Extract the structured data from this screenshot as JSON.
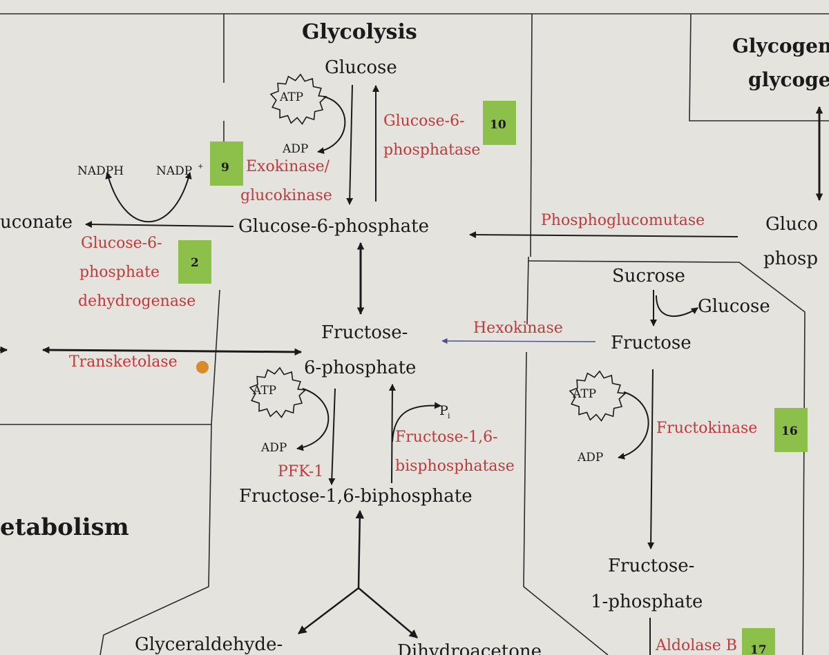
{
  "colors": {
    "background": "#e4e3de",
    "ink": "#1a1a1a",
    "enzyme": "#c0393b",
    "badge": "#8dbf4b",
    "dot": "#d98a2b"
  },
  "headings": {
    "glycolysis": "Glycolysis",
    "metabolism": "etabolism",
    "glycogen_1": "Glycogen",
    "glycogen_2": "glycoge"
  },
  "metabolites": {
    "glucose": "Glucose",
    "g6p": "Glucose-6-phosphate",
    "gluconate": "uconate",
    "glucose_phosphate_1": "Gluco",
    "glucose_phosphate_2": "phosp",
    "f6p_1": "Fructose-",
    "f6p_2": "6-phosphate",
    "f16bp": "Fructose-1,6-biphosphate",
    "sucrose": "Sucrose",
    "glucose_right": "Glucose",
    "fructose": "Fructose",
    "f1p_1": "Fructose-",
    "f1p_2": "1-phosphate",
    "glyceraldehyde": "Glyceraldehyde-",
    "dihydroxyacetone": "Dihydroacetone"
  },
  "cofactors": {
    "atp": "ATP",
    "adp": "ADP",
    "nadph": "NADPH",
    "nadp": "NADP",
    "nadp_sup": "+",
    "pi": "P",
    "pi_sub": "i"
  },
  "enzymes": {
    "g6pase_1": "Glucose-6-",
    "g6pase_2": "phosphatase",
    "hexokinase_1": "Exokinase/",
    "hexokinase_2": "glucokinase",
    "g6pd_1": "Glucose-6-",
    "g6pd_2": "phosphate",
    "g6pd_3": "dehydrogenase",
    "phosphoglucomutase": "Phosphoglucomutase",
    "hexokinase_right": "Hexokinase",
    "transketolase": "Transketolase",
    "pfk1": "PFK-1",
    "fbpase_1": "Fructose-1,6-",
    "fbpase_2": "bisphosphatase",
    "fructokinase": "Fructokinase",
    "aldolase_b": "Aldolase B"
  },
  "badges": {
    "b9": "9",
    "b10": "10",
    "b2": "2",
    "b16": "16",
    "b17": "17"
  }
}
